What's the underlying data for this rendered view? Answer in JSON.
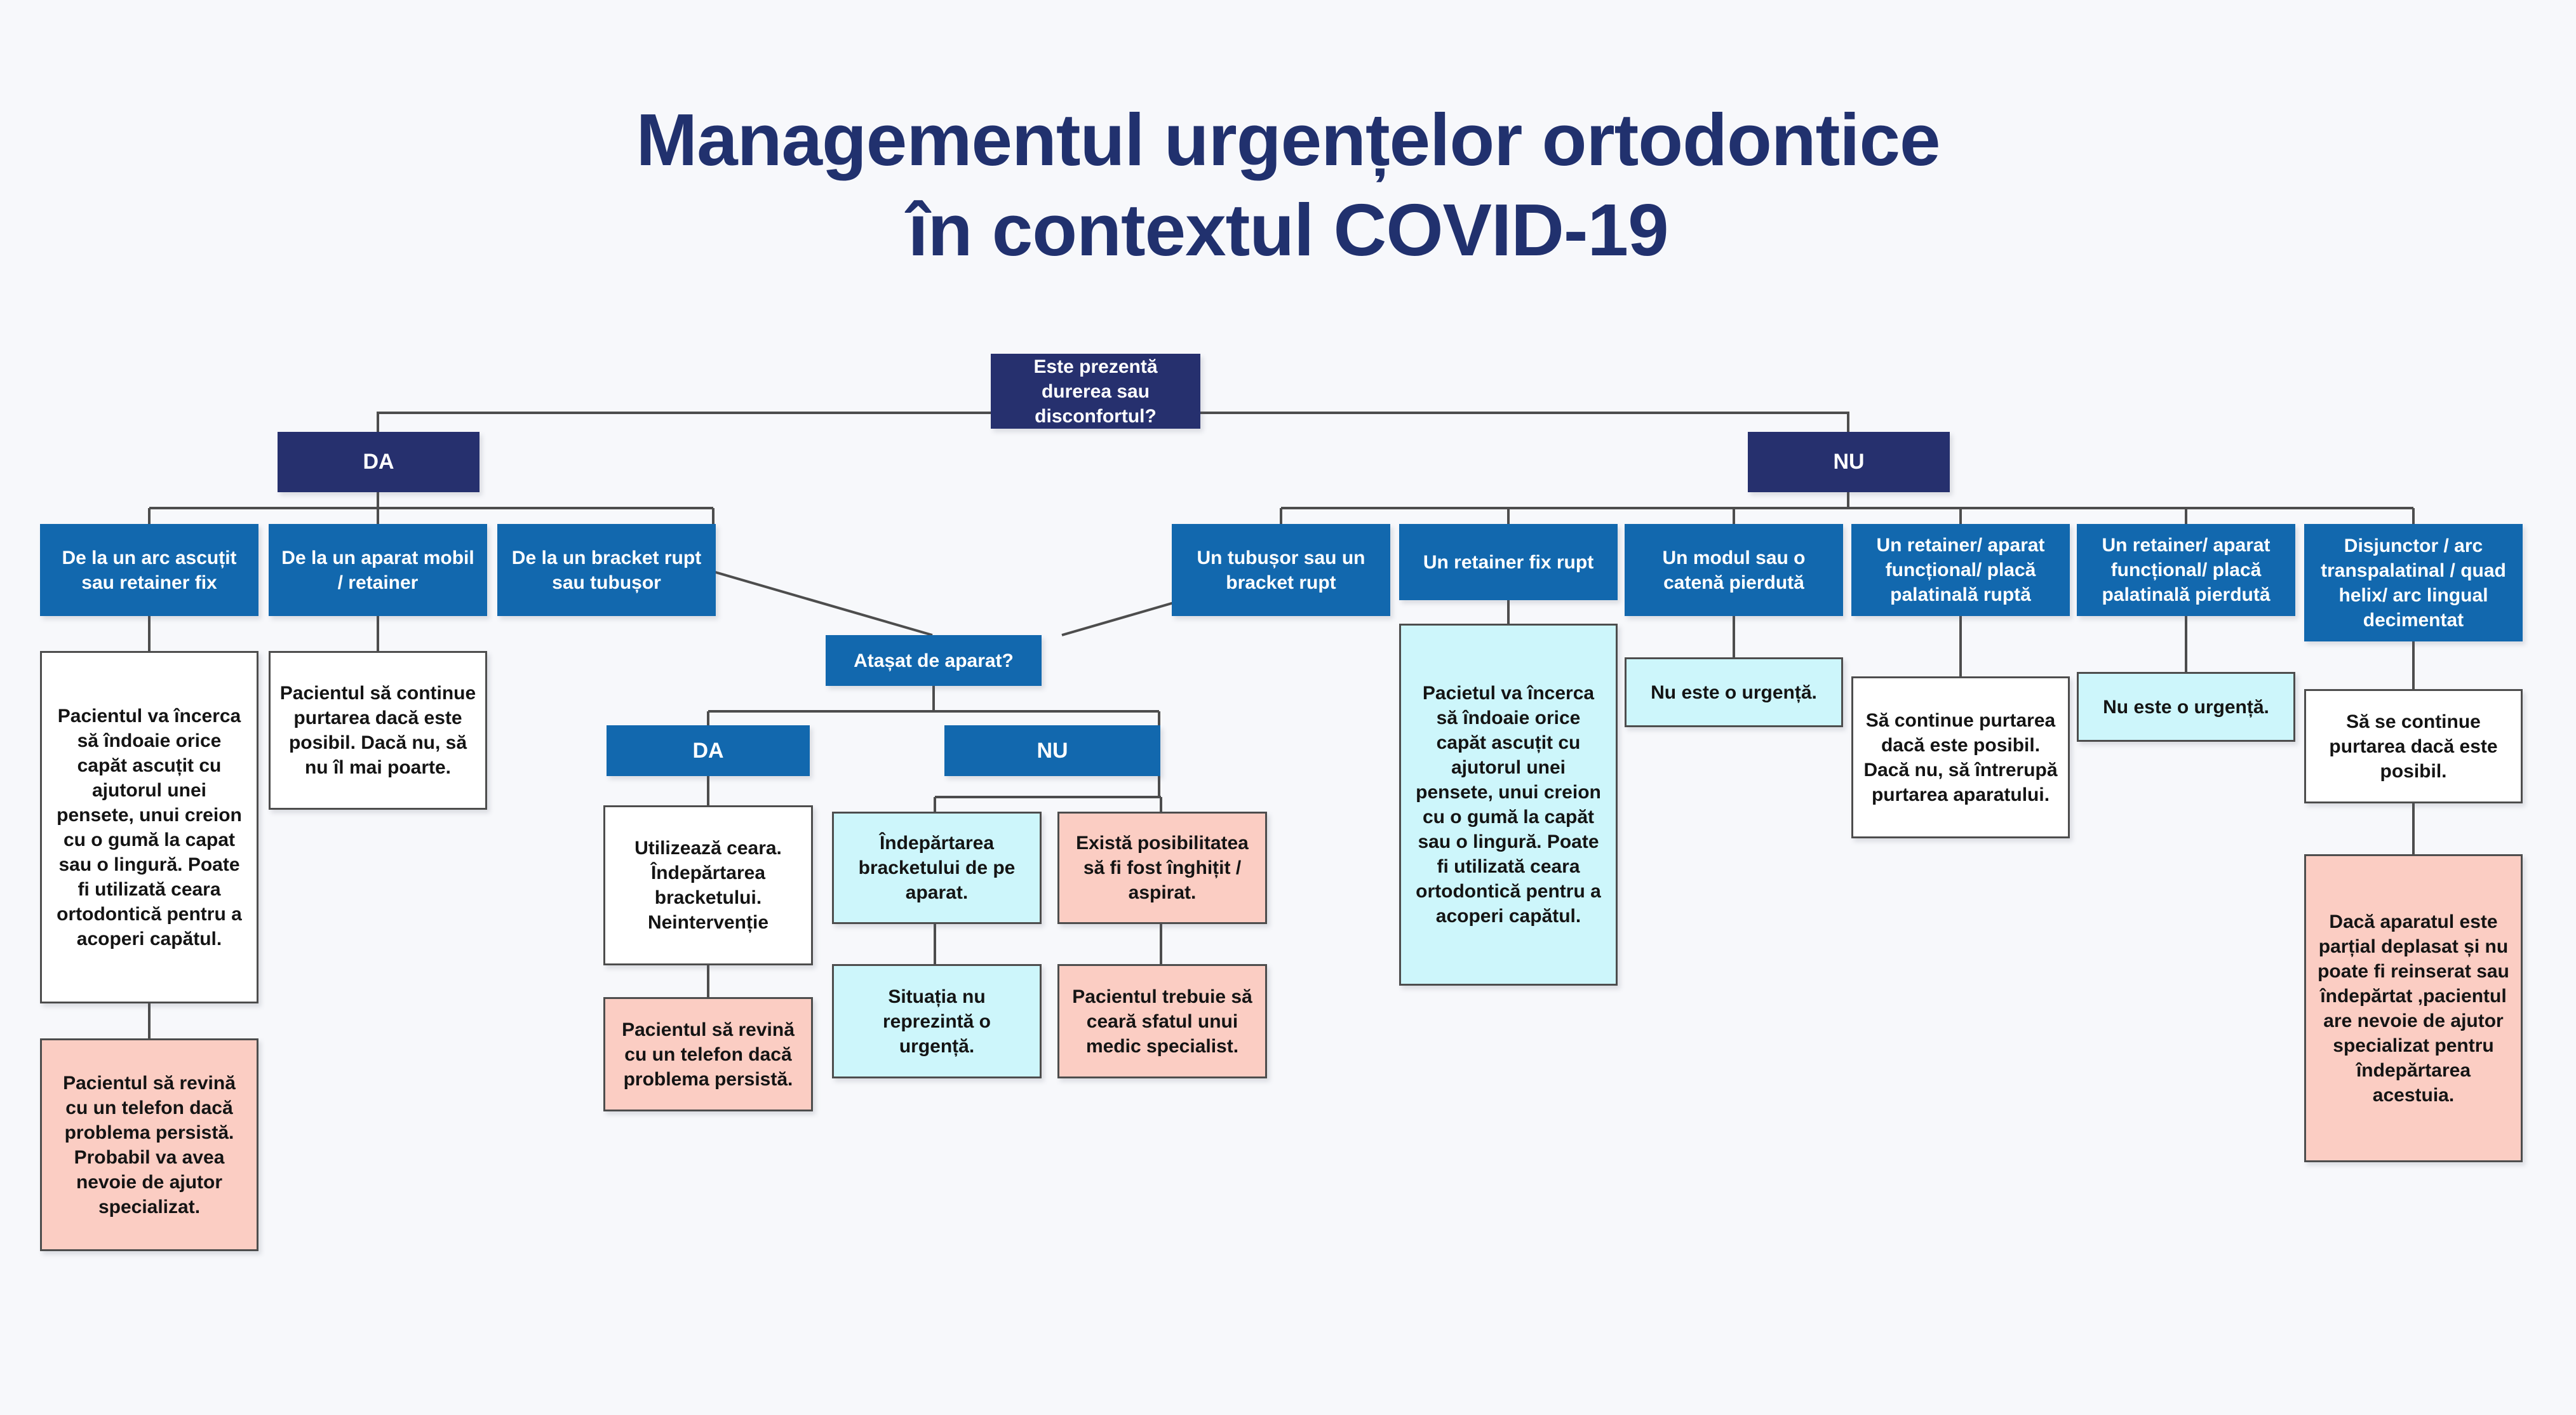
{
  "title": {
    "line1": "Managementul urgențelor ortodontice",
    "line2": "în contextul COVID-19"
  },
  "colors": {
    "background": "#f7f8fb",
    "title": "#21316e",
    "navy": "#26306e",
    "blue": "#1268ae",
    "white": "#ffffff",
    "cyan": "#cdf6fb",
    "pink": "#fbcdc3",
    "border": "#4d4d4d",
    "connector": "#4d4d4d"
  },
  "chart_data": {
    "type": "diagram",
    "title": "Managementul urgențelor ortodontice în contextul COVID-19",
    "diagram_kind": "decision-tree-flowchart",
    "root": "n_root",
    "nodes": [
      {
        "id": "n_root",
        "label": "Este prezentă durerea sau disconfortul?",
        "style": "navy"
      },
      {
        "id": "n_da",
        "label": "DA",
        "style": "navy"
      },
      {
        "id": "n_nu",
        "label": "NU",
        "style": "navy"
      },
      {
        "id": "n_arc",
        "label": "De la un arc ascuțit sau retainer fix",
        "style": "blue"
      },
      {
        "id": "n_mobil",
        "label": "De la un aparat mobil / retainer",
        "style": "blue"
      },
      {
        "id": "n_bracket",
        "label": "De la un bracket rupt sau tubușor",
        "style": "blue"
      },
      {
        "id": "n_arc_w",
        "label": "Pacientul va încerca să îndoaie orice capăt ascuțit cu ajutorul unei pensete, unui creion cu o gumă la capat sau o lingură. Poate fi utilizată ceara ortodontică pentru a acoperi capătul.",
        "style": "white"
      },
      {
        "id": "n_arc_p",
        "label": "Pacientul să revină cu un telefon dacă problema persistă. Probabil va avea nevoie de ajutor specializat.",
        "style": "pink"
      },
      {
        "id": "n_mobil_w",
        "label": "Pacientul să continue purtarea dacă este posibil. Dacă nu, să nu îl mai poarte.",
        "style": "white"
      },
      {
        "id": "n_atasat",
        "label": "Atașat de aparat?",
        "style": "blue"
      },
      {
        "id": "n_at_da",
        "label": "DA",
        "style": "blue"
      },
      {
        "id": "n_at_nu",
        "label": "NU",
        "style": "blue"
      },
      {
        "id": "n_ceara",
        "label": "Utilizează ceara. Îndepărtarea bracketului. Neintervenție",
        "style": "white"
      },
      {
        "id": "n_ceara_p",
        "label": "Pacientul să revină cu un telefon dacă problema persistă.",
        "style": "pink"
      },
      {
        "id": "n_indep",
        "label": "Îndepărtarea bracketului de pe aparat.",
        "style": "cyan"
      },
      {
        "id": "n_indep_c",
        "label": "Situația nu reprezintă o urgență.",
        "style": "cyan"
      },
      {
        "id": "n_inghit",
        "label": "Există posibilitatea să fi fost înghițit / aspirat.",
        "style": "pink"
      },
      {
        "id": "n_inghit_p",
        "label": "Pacientul trebuie să ceară sfatul unui medic specialist.",
        "style": "pink"
      },
      {
        "id": "n_tub",
        "label": "Un tubușor sau un bracket rupt",
        "style": "blue"
      },
      {
        "id": "n_ret_rupt",
        "label": "Un retainer fix rupt",
        "style": "blue"
      },
      {
        "id": "n_ret_rupt_c",
        "label": "Pacietul va încerca să îndoaie orice capăt ascuțit cu ajutorul unei pensete, unui creion cu o gumă la capăt sau o lingură. Poate fi utilizată ceara ortodontică pentru a acoperi capătul.",
        "style": "cyan"
      },
      {
        "id": "n_modul",
        "label": "Un modul sau o catenă pierdută",
        "style": "blue"
      },
      {
        "id": "n_modul_c",
        "label": "Nu este o urgență.",
        "style": "cyan"
      },
      {
        "id": "n_plac_rupta",
        "label": "Un retainer/ aparat funcțional/ placă palatinală ruptă",
        "style": "blue"
      },
      {
        "id": "n_plac_rupta_w",
        "label": "Să continue purtarea dacă este posibil. Dacă nu, să întrerupă purtarea aparatului.",
        "style": "white"
      },
      {
        "id": "n_plac_pierd",
        "label": "Un retainer/ aparat funcțional/ placă palatinală pierdută",
        "style": "blue"
      },
      {
        "id": "n_plac_pierd_c",
        "label": "Nu este o urgență.",
        "style": "cyan"
      },
      {
        "id": "n_disj",
        "label": "Disjunctor / arc transpalatinal / quad helix/ arc lingual decimentat",
        "style": "blue"
      },
      {
        "id": "n_disj_w",
        "label": "Să se continue purtarea dacă este posibil.",
        "style": "white"
      },
      {
        "id": "n_disj_p",
        "label": "Dacă aparatul este parțial deplasat și nu poate fi reinserat sau îndepărtat ,pacientul are nevoie de ajutor specializat pentru îndepărtarea acestuia.",
        "style": "pink"
      }
    ],
    "edges": [
      {
        "from": "n_root",
        "to": "n_da"
      },
      {
        "from": "n_root",
        "to": "n_nu"
      },
      {
        "from": "n_da",
        "to": "n_arc"
      },
      {
        "from": "n_da",
        "to": "n_mobil"
      },
      {
        "from": "n_da",
        "to": "n_bracket"
      },
      {
        "from": "n_arc",
        "to": "n_arc_w"
      },
      {
        "from": "n_arc_w",
        "to": "n_arc_p"
      },
      {
        "from": "n_mobil",
        "to": "n_mobil_w"
      },
      {
        "from": "n_bracket",
        "to": "n_atasat"
      },
      {
        "from": "n_tub",
        "to": "n_atasat"
      },
      {
        "from": "n_atasat",
        "to": "n_at_da"
      },
      {
        "from": "n_atasat",
        "to": "n_at_nu"
      },
      {
        "from": "n_at_da",
        "to": "n_ceara"
      },
      {
        "from": "n_ceara",
        "to": "n_ceara_p"
      },
      {
        "from": "n_at_nu",
        "to": "n_indep"
      },
      {
        "from": "n_at_nu",
        "to": "n_inghit"
      },
      {
        "from": "n_indep",
        "to": "n_indep_c"
      },
      {
        "from": "n_inghit",
        "to": "n_inghit_p"
      },
      {
        "from": "n_nu",
        "to": "n_tub"
      },
      {
        "from": "n_nu",
        "to": "n_ret_rupt"
      },
      {
        "from": "n_nu",
        "to": "n_modul"
      },
      {
        "from": "n_nu",
        "to": "n_plac_rupta"
      },
      {
        "from": "n_nu",
        "to": "n_plac_pierd"
      },
      {
        "from": "n_nu",
        "to": "n_disj"
      },
      {
        "from": "n_ret_rupt",
        "to": "n_ret_rupt_c"
      },
      {
        "from": "n_modul",
        "to": "n_modul_c"
      },
      {
        "from": "n_plac_rupta",
        "to": "n_plac_rupta_w"
      },
      {
        "from": "n_plac_pierd",
        "to": "n_plac_pierd_c"
      },
      {
        "from": "n_disj",
        "to": "n_disj_w"
      },
      {
        "from": "n_disj_w",
        "to": "n_disj_p"
      }
    ]
  }
}
